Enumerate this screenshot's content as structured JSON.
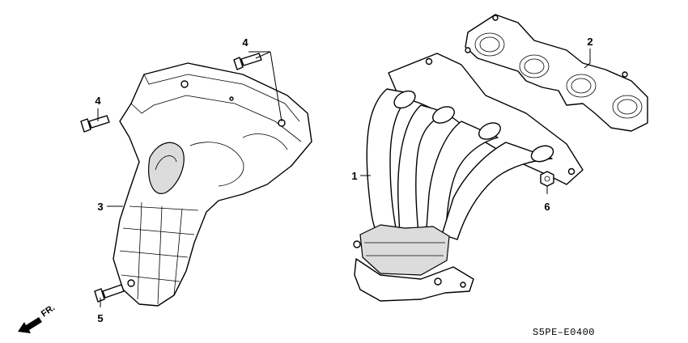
{
  "callouts": {
    "c1": "1",
    "c2": "2",
    "c3": "3",
    "c4a": "4",
    "c4b": "4",
    "c5": "5",
    "c6": "6"
  },
  "diagram_code": "S5PE–E0400",
  "front_arrow_label": "FR."
}
